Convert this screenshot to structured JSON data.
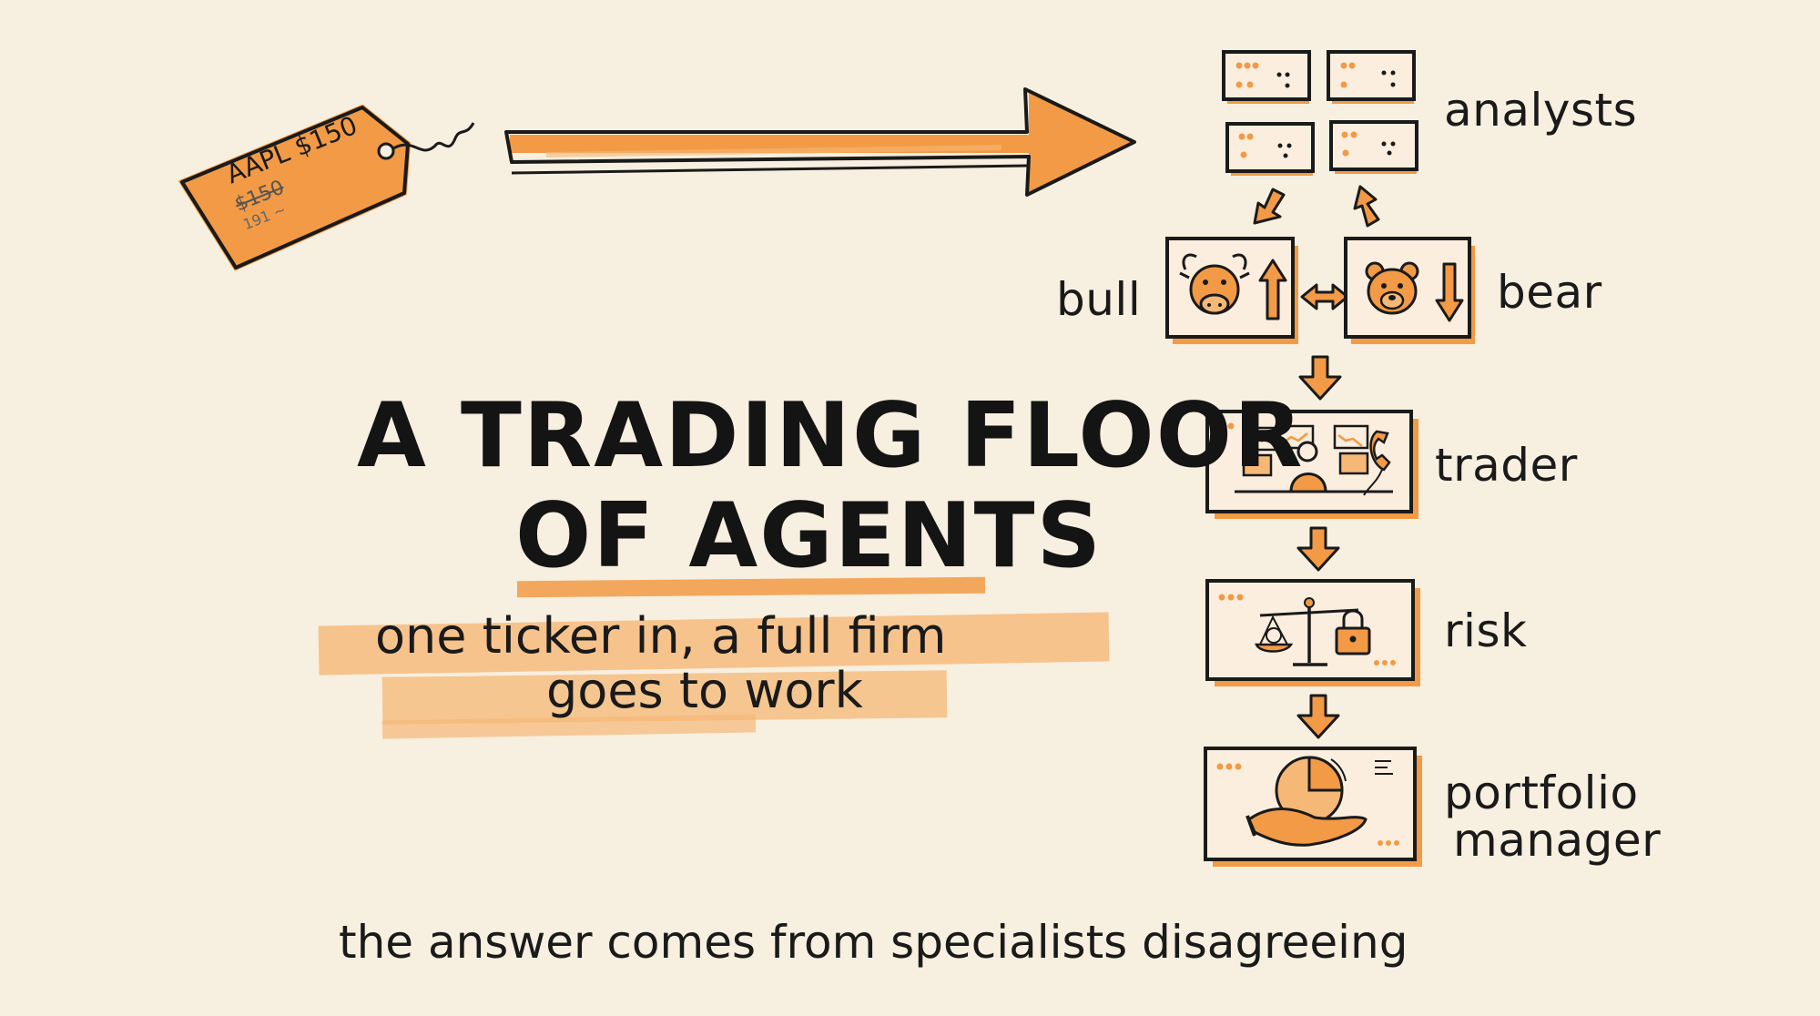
{
  "title": {
    "line1": "A TRADING FLOOR",
    "line2": "OF AGENTS"
  },
  "subtitle": {
    "line1": "one ticker in, a full firm",
    "line2": "goes to work"
  },
  "footer": "the answer comes from specialists disagreeing",
  "ticker_tag": {
    "text": "AAPL $150",
    "crossed_price": "$150",
    "scribble": "191 ~"
  },
  "roles": {
    "analysts": "analysts",
    "bull": "bull",
    "bear": "bear",
    "trader": "trader",
    "risk": "risk",
    "portfolio_line1": "portfolio",
    "portfolio_line2": "manager"
  },
  "icons": [
    "analyst-screen-icon",
    "bull-icon",
    "bear-icon",
    "trader-desk-icon",
    "balance-scale-icon",
    "padlock-icon",
    "pie-chart-icon",
    "hand-icon"
  ],
  "colors": {
    "accent": "#f29a45",
    "accent_light": "#f6b877",
    "ink": "#1a1a1a",
    "paper": "#f7efdf"
  }
}
